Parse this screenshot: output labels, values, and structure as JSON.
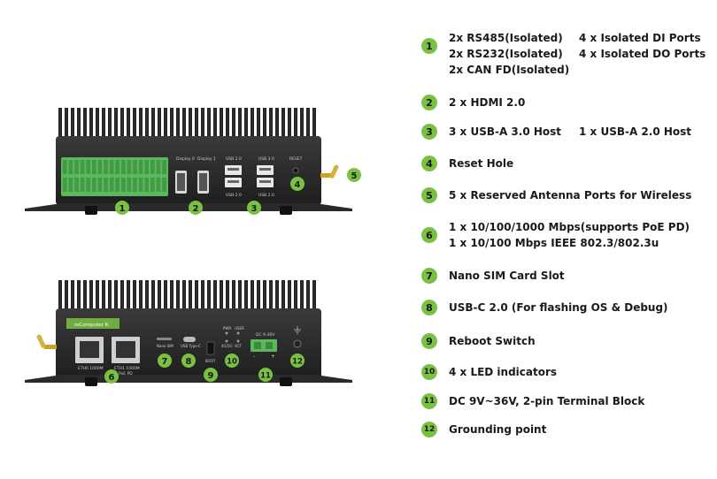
{
  "device": {
    "front": {
      "labels": {
        "display_0": "Display 0",
        "display_1": "Display 1",
        "usb_a": "USB 2.0",
        "usb_b": "USB 2.0",
        "usb_c": "USB 2.0",
        "usb_d": "USB 3.0",
        "reset": "RESET"
      },
      "callouts": [
        "1",
        "2",
        "3",
        "4",
        "5"
      ]
    },
    "rear": {
      "labels": {
        "brand": "reComputer R",
        "eth0": "ETH0 1000M",
        "eth1": "ETH1 1000M",
        "eth1_sub": "PoE PD",
        "nano_sim": "Nano SIM",
        "usb_typec": "USB Type-C",
        "boot": "BOOT",
        "pwr": "PWR",
        "user": "USER",
        "sys": "4G/5G",
        "act": "ACT",
        "dc": "DC 9-36V"
      },
      "callouts": [
        "6",
        "7",
        "8",
        "9",
        "10",
        "11",
        "12"
      ]
    }
  },
  "specs": [
    {
      "num": "1",
      "lines": [
        "2x RS485(Isolated)",
        "2x RS232(Isolated)",
        "2x CAN FD(Isolated)"
      ],
      "col2": [
        "4 x Isolated DI Ports",
        "4 x Isolated DO Ports"
      ]
    },
    {
      "num": "2",
      "lines": [
        "2 x HDMI 2.0"
      ]
    },
    {
      "num": "3",
      "lines": [
        "3 x USB-A 3.0 Host"
      ],
      "col2": [
        "1 x USB-A 2.0 Host"
      ]
    },
    {
      "num": "4",
      "lines": [
        "Reset Hole"
      ]
    },
    {
      "num": "5",
      "lines": [
        "5 x Reserved Antenna Ports for Wireless"
      ]
    },
    {
      "num": "6",
      "lines": [
        "1 x 10/100/1000 Mbps(supports PoE PD)",
        "1 x 10/100 Mbps IEEE 802.3/802.3u"
      ]
    },
    {
      "num": "7",
      "lines": [
        "Nano SIM Card Slot"
      ]
    },
    {
      "num": "8",
      "lines": [
        "USB-C 2.0 (For flashing OS & Debug)"
      ]
    },
    {
      "num": "9",
      "lines": [
        "Reboot Switch"
      ]
    },
    {
      "num": "10",
      "lines": [
        "4 x LED indicators"
      ]
    },
    {
      "num": "11",
      "lines": [
        "DC 9V~36V, 2-pin Terminal Block"
      ]
    },
    {
      "num": "12",
      "lines": [
        "Grounding point"
      ]
    }
  ],
  "colors": {
    "accent": "#7ac143",
    "device_body": "#2b2b2b",
    "terminal": "#5cb85c"
  }
}
